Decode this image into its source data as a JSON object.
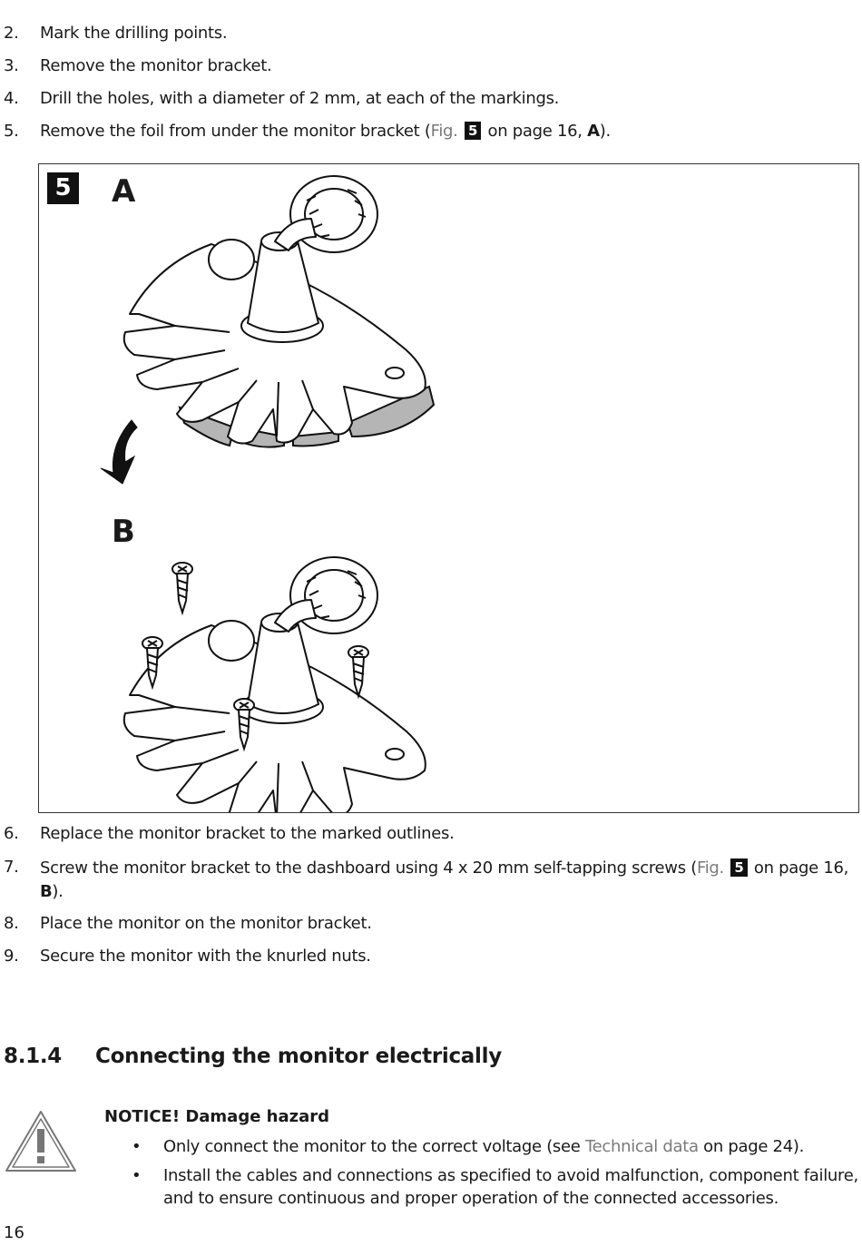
{
  "steps_top": [
    {
      "num": "2.",
      "text": "Mark the drilling points."
    },
    {
      "num": "3.",
      "text": "Remove the monitor bracket."
    },
    {
      "num": "4.",
      "text": "Drill the holes, with a diameter of 2 mm, at each of the markings."
    }
  ],
  "step5": {
    "num": "5.",
    "text_before": "Remove the foil from under the monitor bracket (",
    "fig_ref": "Fig.",
    "fig_num": "5",
    "page_ref": " on page 16, ",
    "label": "A",
    "close": ")."
  },
  "figure": {
    "number": "5",
    "label_a": "A",
    "label_b": "B"
  },
  "steps_bottom": [
    {
      "num": "6.",
      "text": "Replace the monitor bracket to the marked outlines."
    }
  ],
  "step7": {
    "num": "7.",
    "text_before": "Screw the monitor bracket to the dashboard using 4 x 20 mm self-tapping screws (",
    "fig_ref": "Fig.",
    "fig_num": "5",
    "page_ref": " on page 16,",
    "label": "B",
    "close": ")."
  },
  "steps_end": [
    {
      "num": "8.",
      "text": "Place the monitor on the monitor bracket."
    },
    {
      "num": "9.",
      "text": "Secure the monitor with the knurled nuts."
    }
  ],
  "section": {
    "number": "8.1.4",
    "title": "Connecting the monitor electrically"
  },
  "notice": {
    "title": "NOTICE! Damage hazard",
    "bullet_symbol": "•",
    "bullet1": {
      "before": "Only connect the monitor to the correct voltage (see ",
      "link": "Technical data",
      "after": " on page 24)."
    },
    "bullet2": "Install the cables and connections as specified to avoid malfunction, component failure, and to ensure continuous and proper operation of the connected accessories."
  },
  "page_number": "16",
  "icons": {
    "warning": "warning-triangle-icon",
    "arrow": "curved-arrow-icon",
    "screw": "screw-icon"
  },
  "colors": {
    "text": "#1a1a1a",
    "reference": "#7a7a7a",
    "badge": "#111111",
    "foil": "#b5b5b5"
  }
}
